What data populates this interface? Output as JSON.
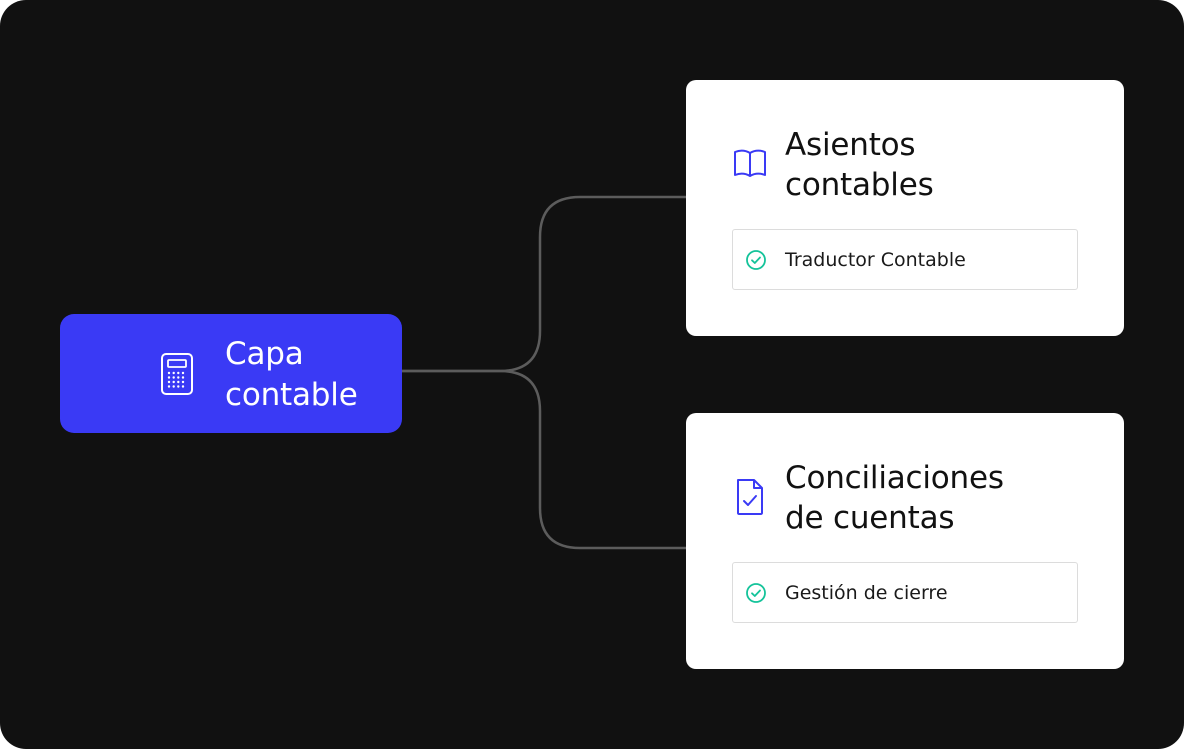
{
  "source": {
    "icon": "calculator-icon",
    "title": "Capa\ncontable"
  },
  "modules": [
    {
      "icon": "book-open-icon",
      "title": "Asientos\ncontables",
      "tool": {
        "icon": "check-circle-icon",
        "label": "Traductor Contable"
      }
    },
    {
      "icon": "document-check-icon",
      "title": "Conciliaciones\nde cuentas",
      "tool": {
        "icon": "check-circle-icon",
        "label": "Gestión de cierre"
      }
    }
  ],
  "colors": {
    "background": "#111111",
    "source_fill": "#3a3af5",
    "card_fill": "#ffffff",
    "connector": "#5c5c5c",
    "accent_icon": "#3a3af5",
    "check": "#14c39a"
  }
}
